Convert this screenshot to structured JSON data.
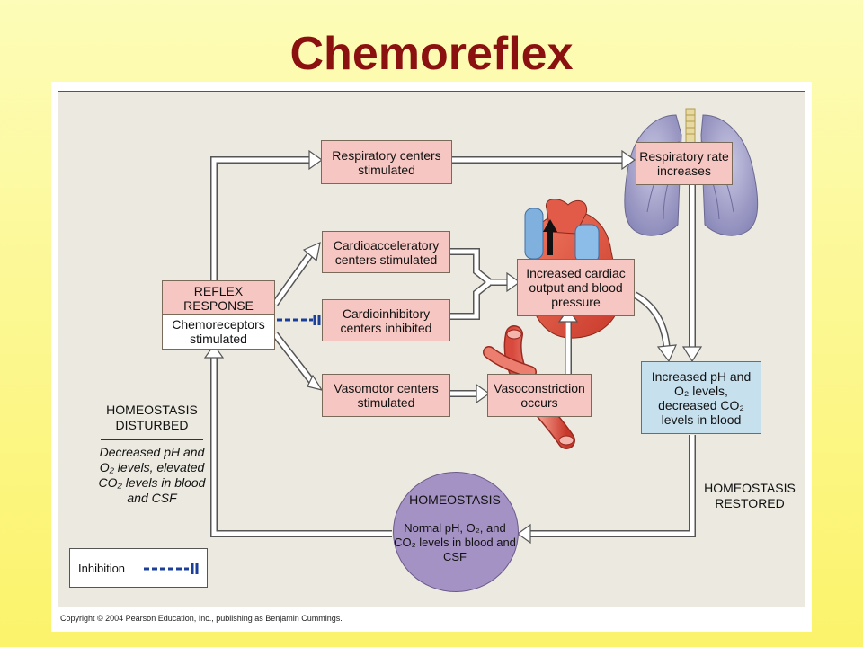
{
  "slide": {
    "title": "Chemoreflex"
  },
  "nodes": {
    "respiratory_centers": "Respiratory centers stimulated",
    "respiratory_rate": "Respiratory rate increases",
    "cardioacceleratory": "Cardioacceleratory centers stimulated",
    "cardioinhibitory": "Cardioinhibitory centers inhibited",
    "increased_cardiac": "Increased cardiac output and blood pressure",
    "reflex_response": "REFLEX RESPONSE",
    "chemoreceptors": "Chemoreceptors stimulated",
    "vasomotor": "Vasomotor centers stimulated",
    "vasoconstriction": "Vasoconstriction occurs",
    "increased_ph": "Increased pH and O₂ levels, decreased CO₂ levels in blood",
    "homeostasis_disturbed_title": "HOMEOSTASIS DISTURBED",
    "homeostasis_disturbed_body": "Decreased pH and O₂ levels, elevated CO₂ levels in blood and CSF",
    "homeostasis_restored": "HOMEOSTASIS RESTORED",
    "homeostasis_title": "HOMEOSTASIS",
    "homeostasis_body": "Normal pH, O₂, and CO₂ levels in blood and CSF"
  },
  "legend": {
    "label": "Inhibition"
  },
  "copyright": "Copyright © 2004 Pearson Education, Inc., publishing as Benjamin Cummings.",
  "colors": {
    "title": "#8b1010",
    "pink_box": "#f6c7c2",
    "blue_box": "#c6e0ee",
    "homeostasis_circle": "#a592c5",
    "inhibition_line": "#1a3f9a"
  },
  "illustrations": [
    "lungs-illustration",
    "heart-illustration",
    "blood-vessel-illustration"
  ]
}
